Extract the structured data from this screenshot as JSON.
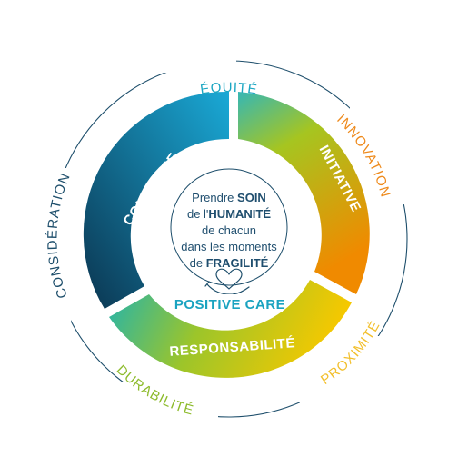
{
  "ring": {
    "segments": [
      {
        "label": "CONFIANCE",
        "color_start": "#0b3550",
        "color_end": "#1aa9d6"
      },
      {
        "label": "INITIATIVE",
        "color_start": "#35b7b5",
        "color_end": "#f08a00"
      },
      {
        "label": "RESPONSABILITÉ",
        "color_start": "#20b3b0",
        "color_end": "#f5c800"
      }
    ]
  },
  "center": {
    "line1_pre": "Prendre ",
    "line1_bold": "SOIN",
    "line2_pre": "de l'",
    "line2_bold": "HUMANITÉ",
    "line3": "de chacun",
    "line4": "dans les moments",
    "line5_pre": "de ",
    "line5_bold": "FRAGILITÉ",
    "tagline": "POSITIVE CARE",
    "tagline_color": "#1aa3c0",
    "icon": "heart-hand-icon"
  },
  "outer_values": [
    {
      "label": "ÉQUITÉ",
      "color": "#1ba6c2"
    },
    {
      "label": "INNOVATION",
      "color": "#ee8a1c"
    },
    {
      "label": "PROXIMITÉ",
      "color": "#f2bf2b"
    },
    {
      "label": "DURABILITÉ",
      "color": "#8dbb2c"
    },
    {
      "label": "CONSIDÉRATION",
      "color": "#1d4e6b"
    }
  ],
  "outer_circle_color": "#1d4e6b"
}
